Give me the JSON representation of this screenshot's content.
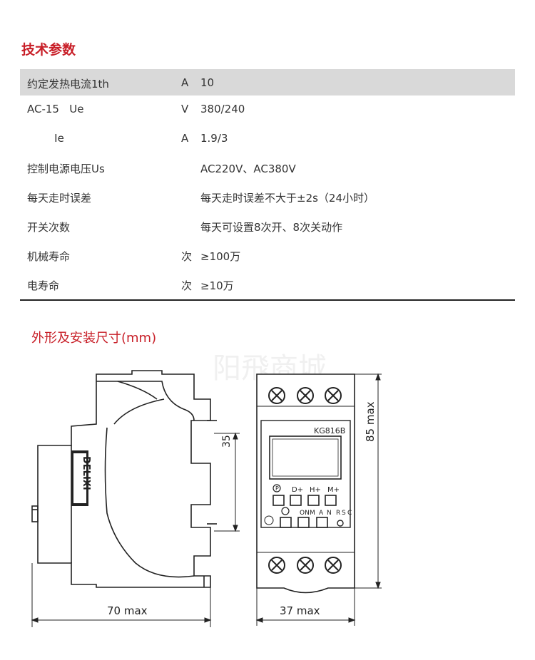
{
  "spec_section": {
    "title": "技术参数",
    "rows": [
      {
        "name": "约定发热电流1th",
        "unit": "A",
        "value": "10"
      },
      {
        "name": "AC-15   Ue",
        "unit": "V",
        "value": "380/240"
      },
      {
        "name": "        Ie",
        "unit": "A",
        "value": "1.9/3"
      },
      {
        "name": "控制电源电压Us",
        "unit": "",
        "value": "AC220V、AC380V"
      },
      {
        "name": "每天走时误差",
        "unit": "",
        "value": "每天走时误差不大于±2s（24小时）"
      },
      {
        "name": "开关次数",
        "unit": "",
        "value": "每天可设置8次开、8次关动作"
      },
      {
        "name": "机械寿命",
        "unit": "次",
        "value": "≥100万"
      },
      {
        "name": "电寿命",
        "unit": "次",
        "value": "≥10万"
      }
    ]
  },
  "dimension_section": {
    "title": "外形及安装尺寸(mm)",
    "side_width_label": "70 max",
    "front_width_label": "37 max",
    "height_label": "85 max",
    "rail_label": "35",
    "model_label": "KG816B",
    "brand_mark": "DELIXI",
    "buttons": {
      "p": "P",
      "d": "D+",
      "h": "H+",
      "m": "M+",
      "on": "ON",
      "m2": "M",
      "a": "A",
      "n": "N",
      "r": "R",
      "s": "S",
      "c": "C"
    },
    "watermark": "阳飛商城"
  },
  "colors": {
    "accent": "#c81f28",
    "shade": "#d9d9d9",
    "line": "#222222"
  }
}
